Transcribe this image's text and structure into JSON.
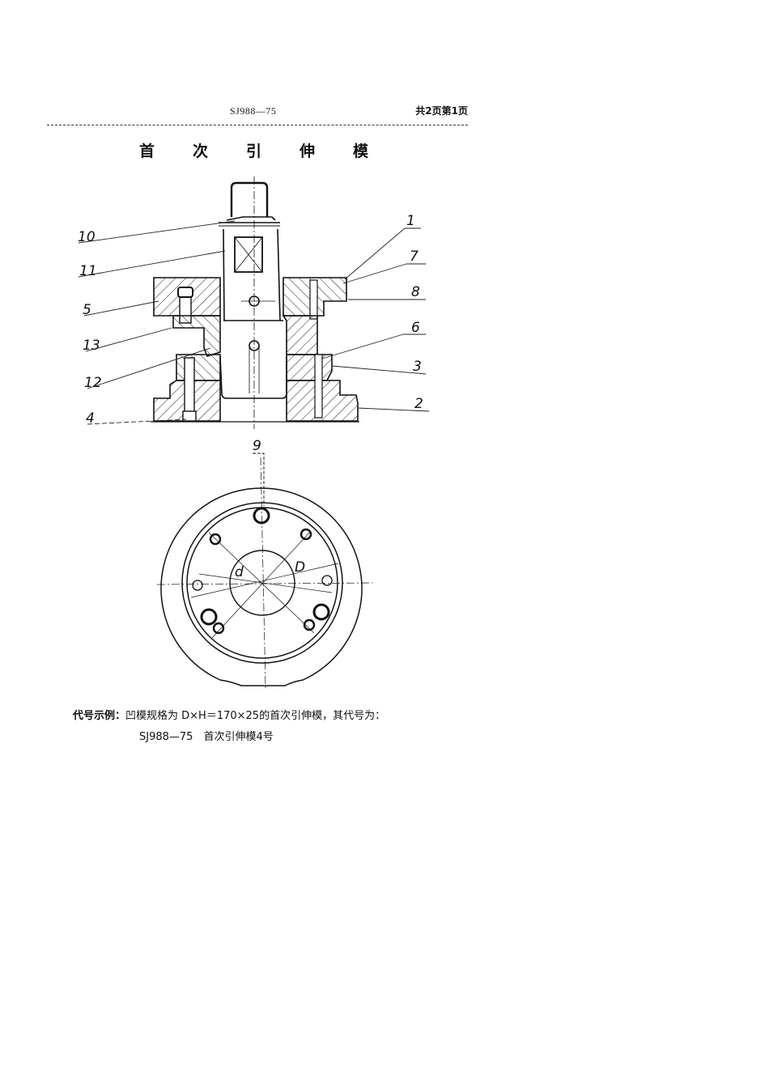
{
  "header": {
    "standard_code": "SJ988—75",
    "page_info": "共2页第1页"
  },
  "title": {
    "chars": [
      "首",
      "次",
      "引",
      "伸",
      "模"
    ],
    "full": "首次引伸模"
  },
  "drawing": {
    "section_view": {
      "part_labels_left": [
        "10",
        "11",
        "5",
        "13",
        "12",
        "4"
      ],
      "part_labels_right": [
        "1",
        "7",
        "8",
        "6",
        "3",
        "2"
      ]
    },
    "plan_view": {
      "part_label": "9",
      "dimension_labels": [
        "d",
        "D"
      ]
    }
  },
  "caption": {
    "label": "代号示例：",
    "line1": "凹模规格为 D×H＝170×25的首次引伸模，其代号为：",
    "line2": "SJ988—75　首次引伸模4号"
  }
}
